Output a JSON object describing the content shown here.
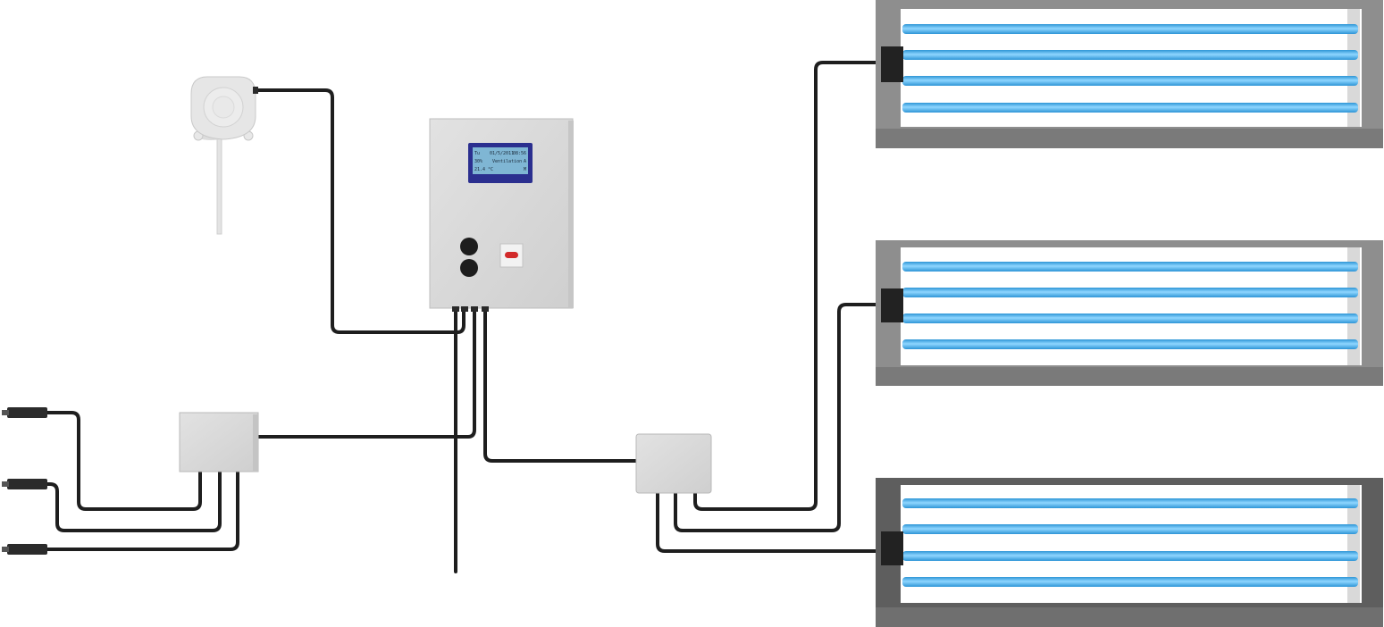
{
  "colors": {
    "background": "#ffffff",
    "cable": "#1e1e1e",
    "box": "#d6d6d6",
    "box_edge": "#b8b8b8",
    "frame_light": "#9a9a9a",
    "frame_dark": "#6e6e6e",
    "tube": "#38a9e6",
    "tube_highlight": "#9fdcff",
    "lcd_bezel": "#2b2f8f",
    "lcd_screen": "#7fb6d4",
    "switch_red": "#d22a2a"
  },
  "controller": {
    "display": {
      "row1": {
        "left": "Tu",
        "mid": "01/5/2011",
        "right": "08:56"
      },
      "row2": {
        "left": "30%",
        "mid": "Ventilation",
        "right": "A"
      },
      "row3": {
        "left": "21.4 °C",
        "mid": "",
        "right": "M"
      }
    }
  },
  "icons": {
    "sensor": "ambient-sensor-icon",
    "probe": "temperature-probe-icon",
    "button": "push-button-icon",
    "switch": "rocker-switch-icon"
  }
}
